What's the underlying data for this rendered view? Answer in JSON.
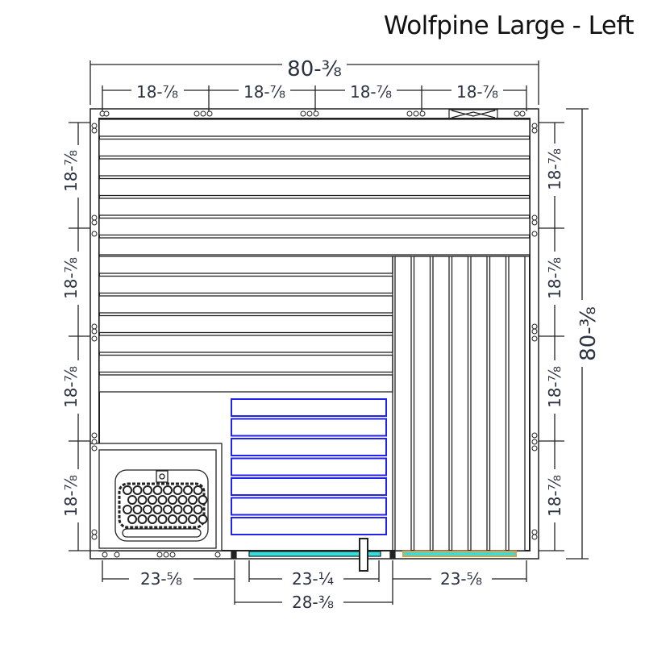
{
  "title": "Wolfpine Large - Left",
  "dimensions": {
    "overall_width": "80-⅜",
    "overall_depth": "80-⅜",
    "top_segments": [
      "18-⅞",
      "18-⅞",
      "18-⅞",
      "18-⅞"
    ],
    "left_segments": [
      "18-⅞",
      "18-⅞",
      "18-⅞",
      "18-⅞"
    ],
    "right_segments": [
      "18-⅞",
      "18-⅞",
      "18-⅞",
      "18-⅞"
    ],
    "bottom_left": "23-⅝",
    "bottom_door": "23-¼",
    "bottom_right": "23-⅝",
    "bottom_opening": "28-⅜"
  },
  "colors": {
    "line": "#222222",
    "bench_highlight": "#2222ee",
    "door_glass": "#33e0e0",
    "door_strip": "#e0a040",
    "text": "#2b3140"
  }
}
